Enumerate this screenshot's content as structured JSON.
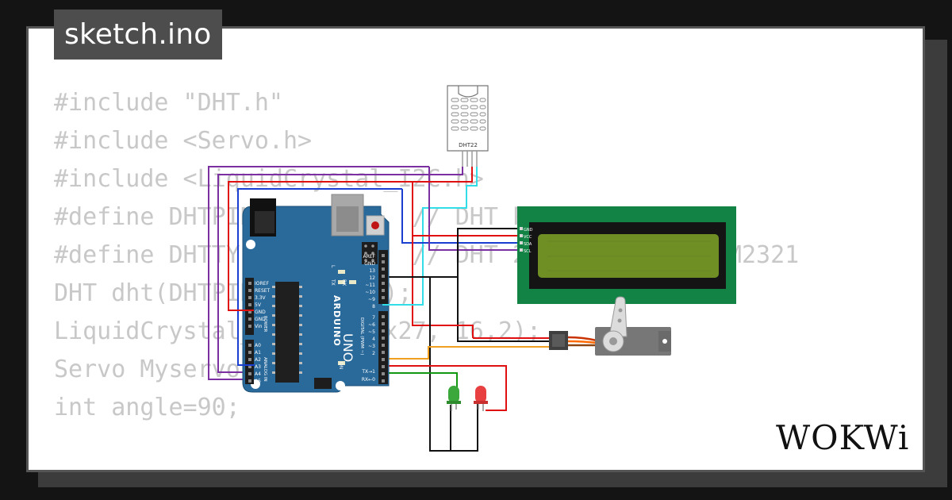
{
  "tab": {
    "filename": "sketch.ino"
  },
  "code_lines": [
    "#include \"DHT.h\"",
    "#include <Servo.h>",
    "#include <LiquidCrystal_I2C.h>",
    "#define DHTPIN 10        // DHT PIN 2",
    "#define DHTTYPE DHT22    // DHT 22  (AM2302), AM2321",
    "DHT dht(DHTPIN, DHTTYPE);",
    "LiquidCrystal_I2C lcd(0x27, 16,2);",
    "Servo Myservo;",
    "int angle=90;"
  ],
  "dht": {
    "label": "DHT22"
  },
  "arduino": {
    "brand": "ARDUINO",
    "model": "UNO",
    "power_pins": [
      "IOREF",
      "RESET",
      "3.3V",
      "5V",
      "GND",
      "GND",
      "Vin"
    ],
    "power_label": "POWER",
    "analog_pins": [
      "A0",
      "A1",
      "A2",
      "A3",
      "A4",
      "A5"
    ],
    "analog_label": "ANALOG IN",
    "digital_top": [
      "AREF",
      "GND",
      "13",
      "12",
      "~11",
      "~10",
      "~9",
      "8"
    ],
    "digital_bottom": [
      "7",
      "~6",
      "~5",
      "4",
      "~3",
      "2",
      "TX→1",
      "RX←0"
    ],
    "digital_label": "DIGITAL (PWM ~)",
    "led_labels": [
      "L",
      "TX",
      "RX"
    ],
    "on_label": "ON"
  },
  "lcd": {
    "pins": [
      "GND",
      "VCC",
      "SDA",
      "SCL"
    ]
  },
  "logo": {
    "text": "WOKWi"
  },
  "colors": {
    "background": "#141414",
    "card": "#ffffff",
    "tab": "#4d4d4d",
    "code": "#c8c8c8",
    "board": "#2a6a9b",
    "lcd_pcb": "#138345",
    "lcd_screen": "#6f8f24"
  }
}
